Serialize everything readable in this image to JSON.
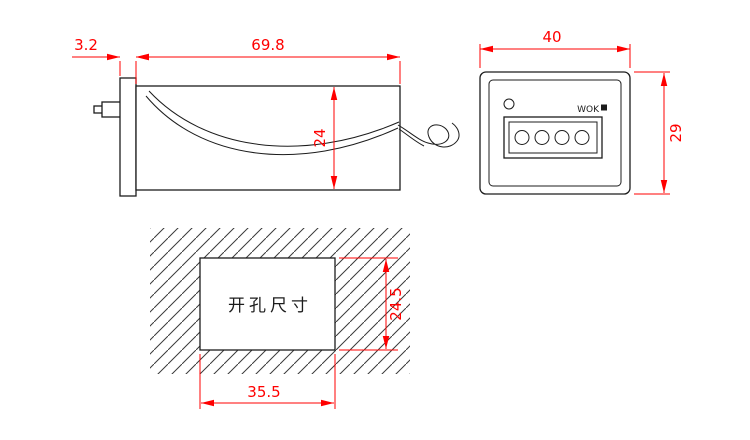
{
  "colors": {
    "dimension": "#ff0000",
    "drawing": "#1c1c1c"
  },
  "side_view": {
    "dim_flange": "3.2",
    "dim_length": "69.8",
    "dim_height": "24"
  },
  "front_view": {
    "dim_width": "40",
    "dim_height": "29",
    "face_label": "WOK"
  },
  "cutout_view": {
    "label": "开孔尺寸",
    "dim_height": "24.5",
    "dim_width": "35.5"
  }
}
